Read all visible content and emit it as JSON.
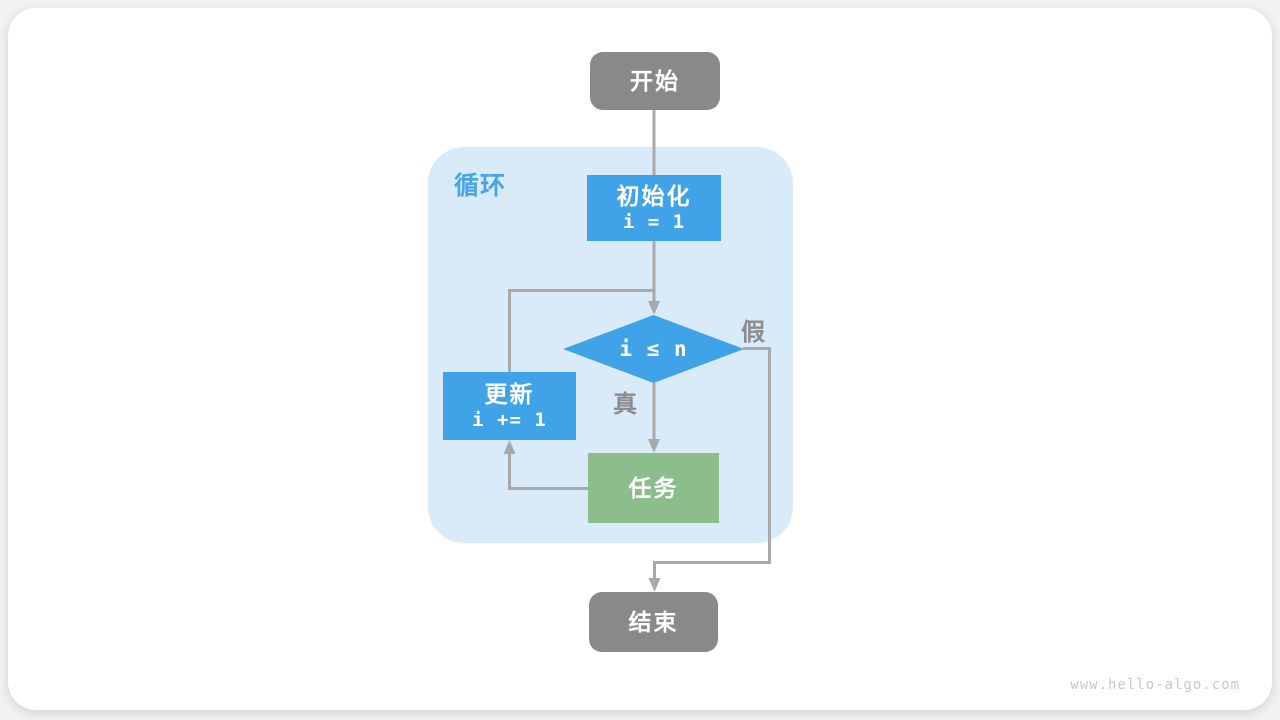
{
  "page": {
    "watermark": "www.hello-algo.com"
  },
  "flowchart": {
    "loop_label": "循环",
    "nodes": {
      "start": {
        "label": "开始"
      },
      "init": {
        "label": "初始化",
        "code": "i = 1"
      },
      "condition": {
        "code": "i ≤ n"
      },
      "update": {
        "label": "更新",
        "code": "i += 1"
      },
      "task": {
        "label": "任务"
      },
      "end": {
        "label": "结束"
      }
    },
    "edge_labels": {
      "true_branch": "真",
      "false_branch": "假"
    },
    "colors": {
      "terminal_gray": "#898989",
      "process_blue": "#40a3e8",
      "task_green": "#8cbe8c",
      "loop_background": "#d9eaf8",
      "loop_label_blue": "#46a4e9",
      "edge_gray": "#a9a9a9",
      "edge_label_gray": "#8c8c8c",
      "watermark_gray": "#c8c8c8",
      "card_white": "#ffffff"
    }
  }
}
